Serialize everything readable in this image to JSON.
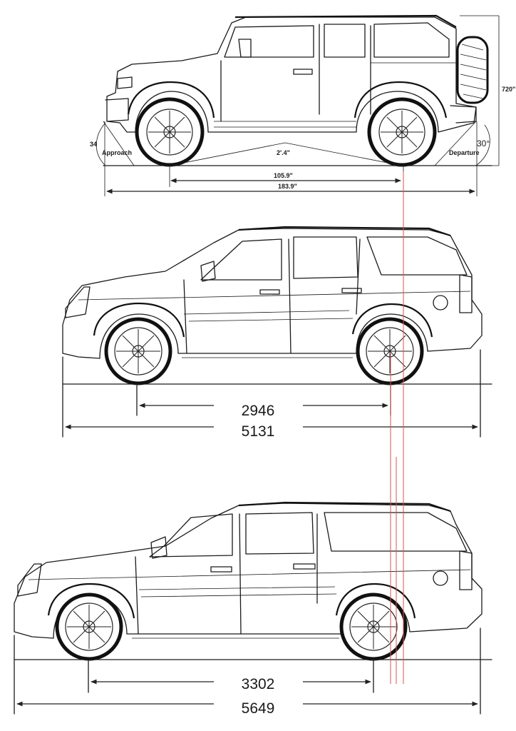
{
  "top_vehicle": {
    "height_label": "720\"",
    "approach_label": "Approach",
    "approach_angle": "34",
    "departure_label": "Departure",
    "departure_angle": "30°",
    "ground_clearance": "2'.4\"",
    "wheelbase": "105.9\"",
    "overall_length": "183.9\""
  },
  "middle_vehicle": {
    "wheelbase": "2946",
    "overall_length": "5131"
  },
  "bottom_vehicle": {
    "wheelbase": "3302",
    "overall_length": "5649"
  },
  "colors": {
    "line": "#1a1a1a",
    "guide_line": "#d9534f",
    "background": "#ffffff"
  }
}
